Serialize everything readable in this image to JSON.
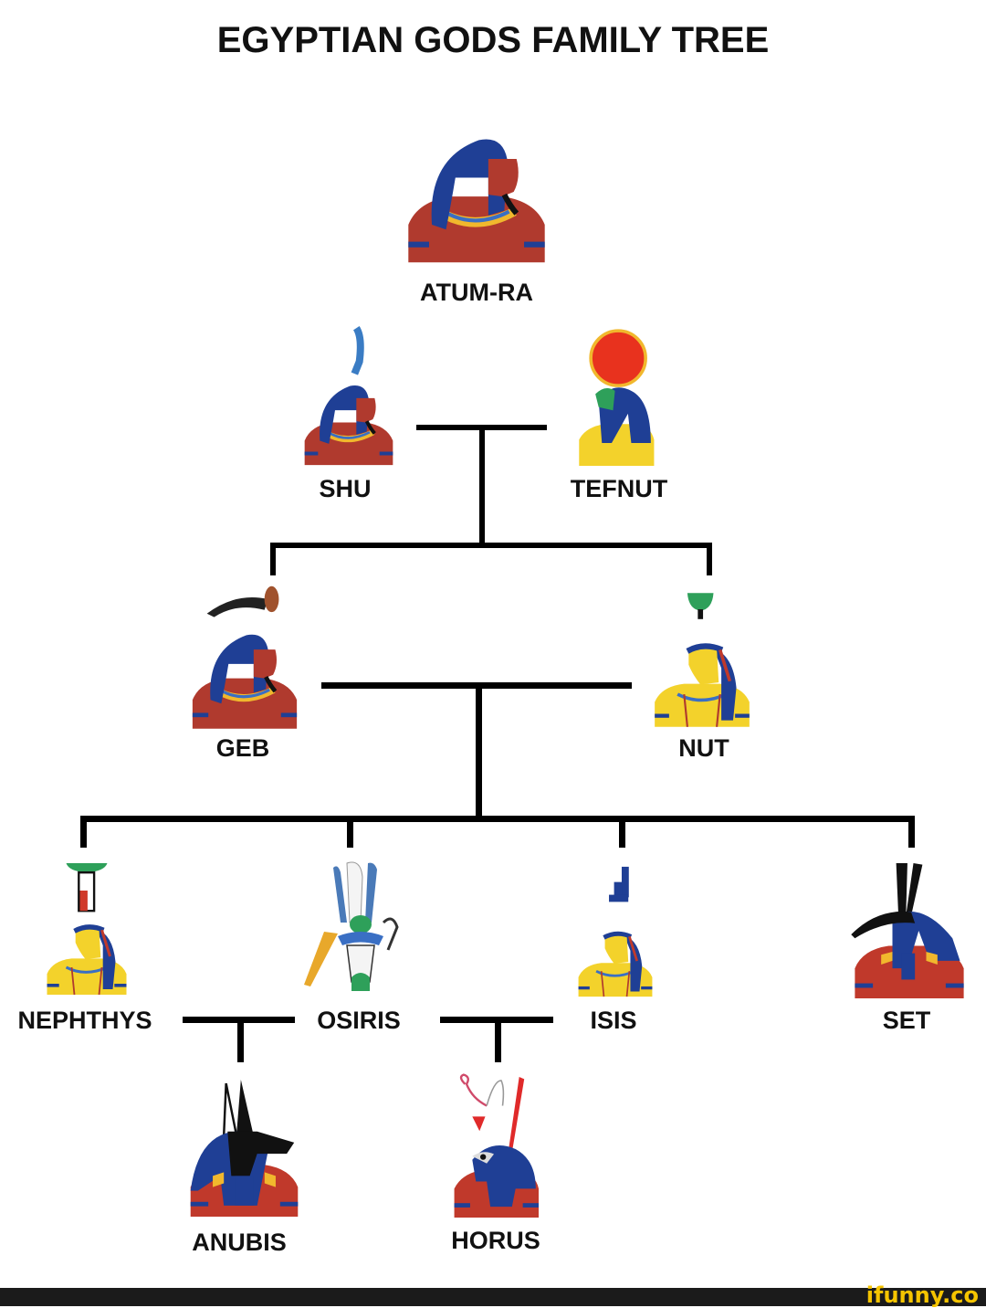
{
  "title": "EGYPTIAN GODS FAMILY TREE",
  "gods": {
    "atum_ra": "ATUM-RA",
    "shu": "SHU",
    "tefnut": "TEFNUT",
    "geb": "GEB",
    "nut": "NUT",
    "nephthys": "NEPHTHYS",
    "osiris": "OSIRIS",
    "isis": "ISIS",
    "set": "SET",
    "anubis": "ANUBIS",
    "horus": "HORUS"
  },
  "relationships": [
    {
      "parents": [
        "SHU",
        "TEFNUT"
      ],
      "children": [
        "GEB",
        "NUT"
      ]
    },
    {
      "parents": [
        "GEB",
        "NUT"
      ],
      "children": [
        "NEPHTHYS",
        "OSIRIS",
        "ISIS",
        "SET"
      ]
    },
    {
      "parents": [
        "NEPHTHYS",
        "OSIRIS"
      ],
      "children": [
        "ANUBIS"
      ]
    },
    {
      "parents": [
        "OSIRIS",
        "ISIS"
      ],
      "children": [
        "HORUS"
      ]
    }
  ],
  "colors": {
    "skin_red": "#b03a2e",
    "wig_blue": "#1f3f95",
    "gold": "#f1b82d",
    "yellow_skin": "#f3d22b",
    "green": "#2ea05a"
  },
  "footer": {
    "watermark": "ifunny.co"
  }
}
